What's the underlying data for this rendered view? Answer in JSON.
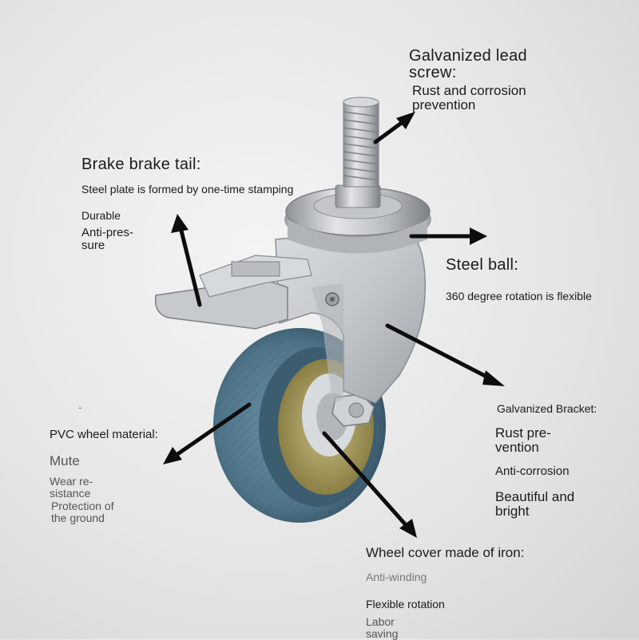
{
  "colors": {
    "background": "#e6e6e6",
    "wheel_tread": "#4f7489",
    "wheel_hub": "#a59a5a",
    "steel": "#c9ccd0",
    "arrow": "#0d0d0d"
  },
  "labels": {
    "lead_screw_title": "Galvanized lead\nscrew:",
    "lead_screw_rust": "Rust and corrosion\nprevention",
    "brake_title": "Brake brake tail:",
    "brake_steel": "Steel plate is formed by one-time stamping",
    "brake_durable": "Durable",
    "brake_anti": "Anti-pres-\nsure",
    "steel_ball_title": "Steel ball:",
    "steel_ball_desc": "360 degree rotation is flexible",
    "bracket_title": "Galvanized Bracket:",
    "bracket_rust": "Rust pre-\nvention",
    "bracket_anti": "Anti-corrosion",
    "bracket_beautiful": "Beautiful and\nbright",
    "pvc_title": "PVC wheel material:",
    "pvc_mute": "Mute",
    "pvc_wear": "Wear re-\nsistance",
    "pvc_protect": "Protection of\nthe ground",
    "cover_title": "Wheel cover made of iron:",
    "cover_anti": "Anti-winding",
    "cover_flex": "Flexible rotation",
    "cover_labor": "Labor\nsaving",
    "stray_dash": "-"
  }
}
